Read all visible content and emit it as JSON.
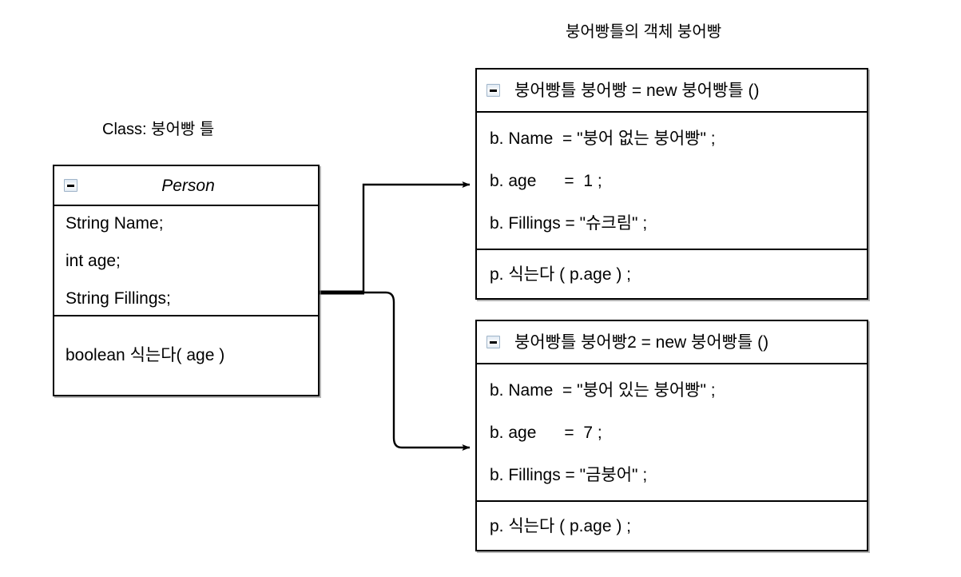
{
  "captions": {
    "left": "Class: 붕어빵 틀",
    "right": "붕어빵틀의 객체 붕어빵"
  },
  "class_box": {
    "icon": "minus-box-icon",
    "title": "Person",
    "attributes": [
      "String Name;",
      "int age;",
      "String Fillings;"
    ],
    "operations": [
      "boolean 식는다( age )"
    ]
  },
  "object_boxes": [
    {
      "icon": "minus-box-icon",
      "title": "붕어빵틀 붕어빵 = new 붕어빵틀 ()",
      "attributes": [
        "b. Name  = \"붕어 없는 붕어빵\" ;",
        "b. age      =  1 ;",
        "b. Fillings = \"슈크림\" ;"
      ],
      "operations": [
        "p. 식는다 ( p.age ) ;"
      ]
    },
    {
      "icon": "minus-box-icon",
      "title": "붕어빵틀 붕어빵2 = new 붕어빵틀 ()",
      "attributes": [
        "b. Name  = \"붕어 있는 붕어빵\" ;",
        "b. age      =  7 ;",
        "b. Fillings = \"금붕어\" ;"
      ],
      "operations": [
        "p. 식는다 ( p.age ) ;"
      ]
    }
  ],
  "connectors": [
    {
      "name": "instantiation-arrow-to-object-1",
      "from": "class-box",
      "to": "obj-box-1"
    },
    {
      "name": "instantiation-arrow-to-object-2",
      "from": "class-box",
      "to": "obj-box-2"
    }
  ],
  "colors": {
    "stroke": "#000000",
    "background": "#ffffff",
    "icon_border": "#9fb4c9",
    "box_shadow": "#787878"
  }
}
